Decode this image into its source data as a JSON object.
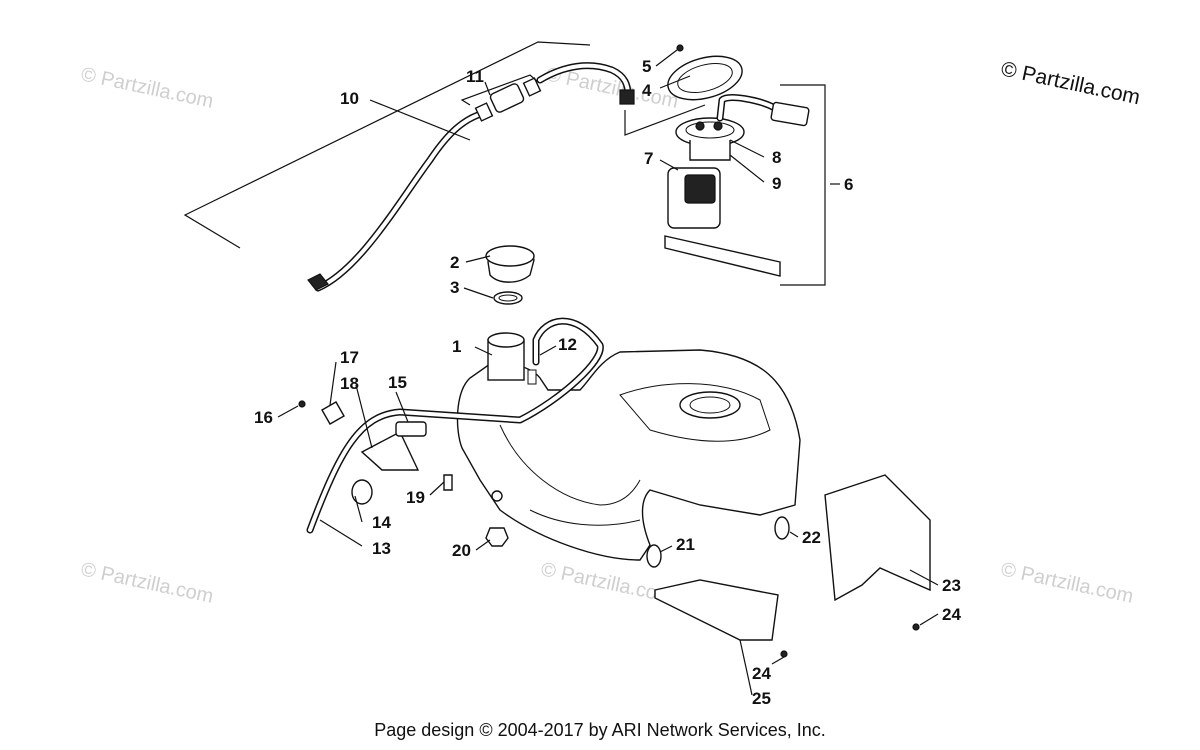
{
  "watermark_text": "© Partzilla.com",
  "copyright_text": "© Partzilla.com",
  "footer_text": "Page design © 2004-2017 by ARI Network Services, Inc.",
  "callouts": {
    "c1": "1",
    "c2": "2",
    "c3": "3",
    "c4": "4",
    "c5": "5",
    "c6": "6",
    "c7": "7",
    "c8": "8",
    "c9": "9",
    "c10": "10",
    "c11": "11",
    "c12": "12",
    "c13": "13",
    "c14": "14",
    "c15": "15",
    "c16": "16",
    "c17": "17",
    "c18": "18",
    "c19": "19",
    "c20": "20",
    "c21": "21",
    "c22": "22",
    "c23": "23",
    "c24a": "24",
    "c24b": "24",
    "c25": "25"
  }
}
